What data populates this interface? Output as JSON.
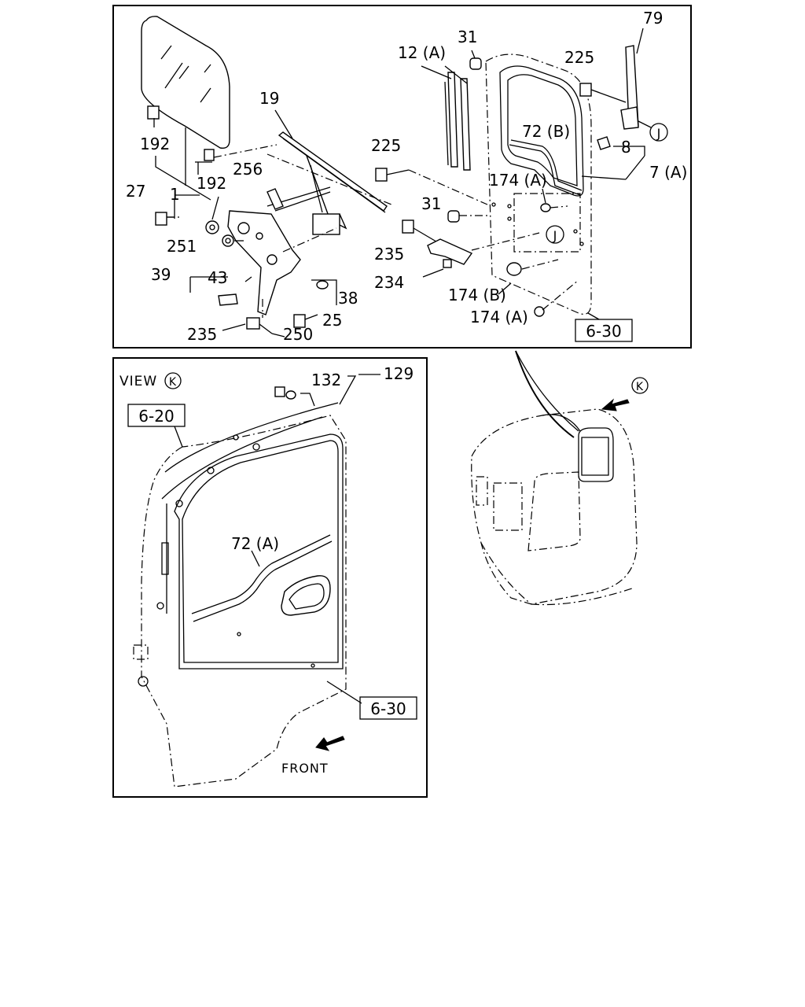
{
  "upper_panel": {
    "callouts": {
      "p79": "79",
      "p31a": "31",
      "p12a": "12 (A)",
      "p225a": "225",
      "p19": "19",
      "p225b": "225",
      "p72b": "72 (B)",
      "p8": "8",
      "p7a": "7 (A)",
      "p192a": "192",
      "p192b": "192",
      "p256": "256",
      "p174a_top": "174 (A)",
      "p27": "27",
      "p1": "1",
      "p31b": "31",
      "p251": "251",
      "p235a": "235",
      "p39": "39",
      "p43": "43",
      "p234": "234",
      "p38": "38",
      "p174b": "174 (B)",
      "p25": "25",
      "p174a_bot": "174 (A)",
      "p235b": "235",
      "p250": "250",
      "circle_j1": "J",
      "circle_j2": "J"
    },
    "ref_box": "6-30"
  },
  "view_panel": {
    "view_label": "VIEW",
    "view_circle": "K",
    "callouts": {
      "p132": "132",
      "p129": "129",
      "p72a": "72 (A)"
    },
    "ref_box_top": "6-20",
    "ref_box_bottom": "6-30",
    "front_label": "FRONT"
  },
  "cab_view": {
    "view_circle": "K"
  }
}
